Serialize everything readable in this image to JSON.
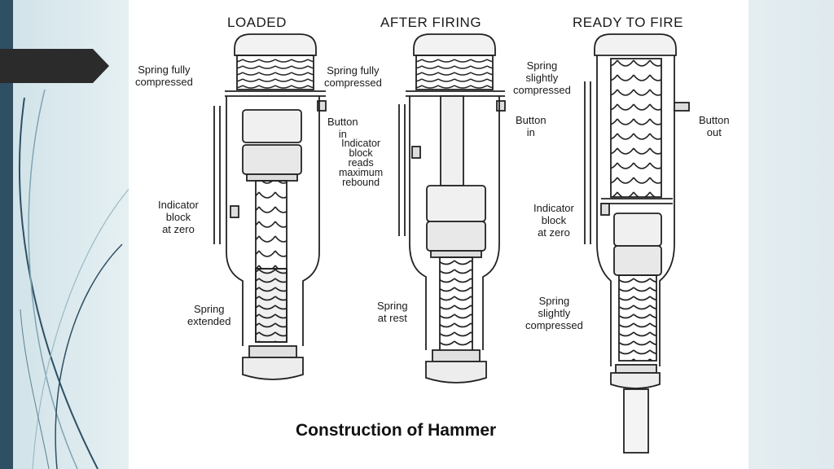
{
  "slide": {
    "caption": "Construction of Hammer"
  },
  "columns": [
    {
      "heading": "LOADED"
    },
    {
      "heading": "AFTER FIRING"
    },
    {
      "heading": "READY TO FIRE"
    }
  ],
  "labels": {
    "loaded_spring_top": "Spring fully\ncompressed",
    "loaded_button": "Button\nin",
    "loaded_indicator": "Indicator\nblock\nat zero",
    "loaded_spring_bottom": "Spring\nextended",
    "fired_spring_top": "Spring fully\ncompressed",
    "fired_indicator": "Indicator\nblock\nreads\nmaximum\nrebound",
    "fired_button": "Button\nin",
    "fired_spring_bottom": "Spring\nat rest",
    "ready_spring_top": "Spring\nslightly\ncompressed",
    "ready_button": "Button\nout",
    "ready_indicator": "Indicator\nblock\nat zero",
    "ready_spring_bottom": "Spring\nslightly\ncompressed"
  }
}
